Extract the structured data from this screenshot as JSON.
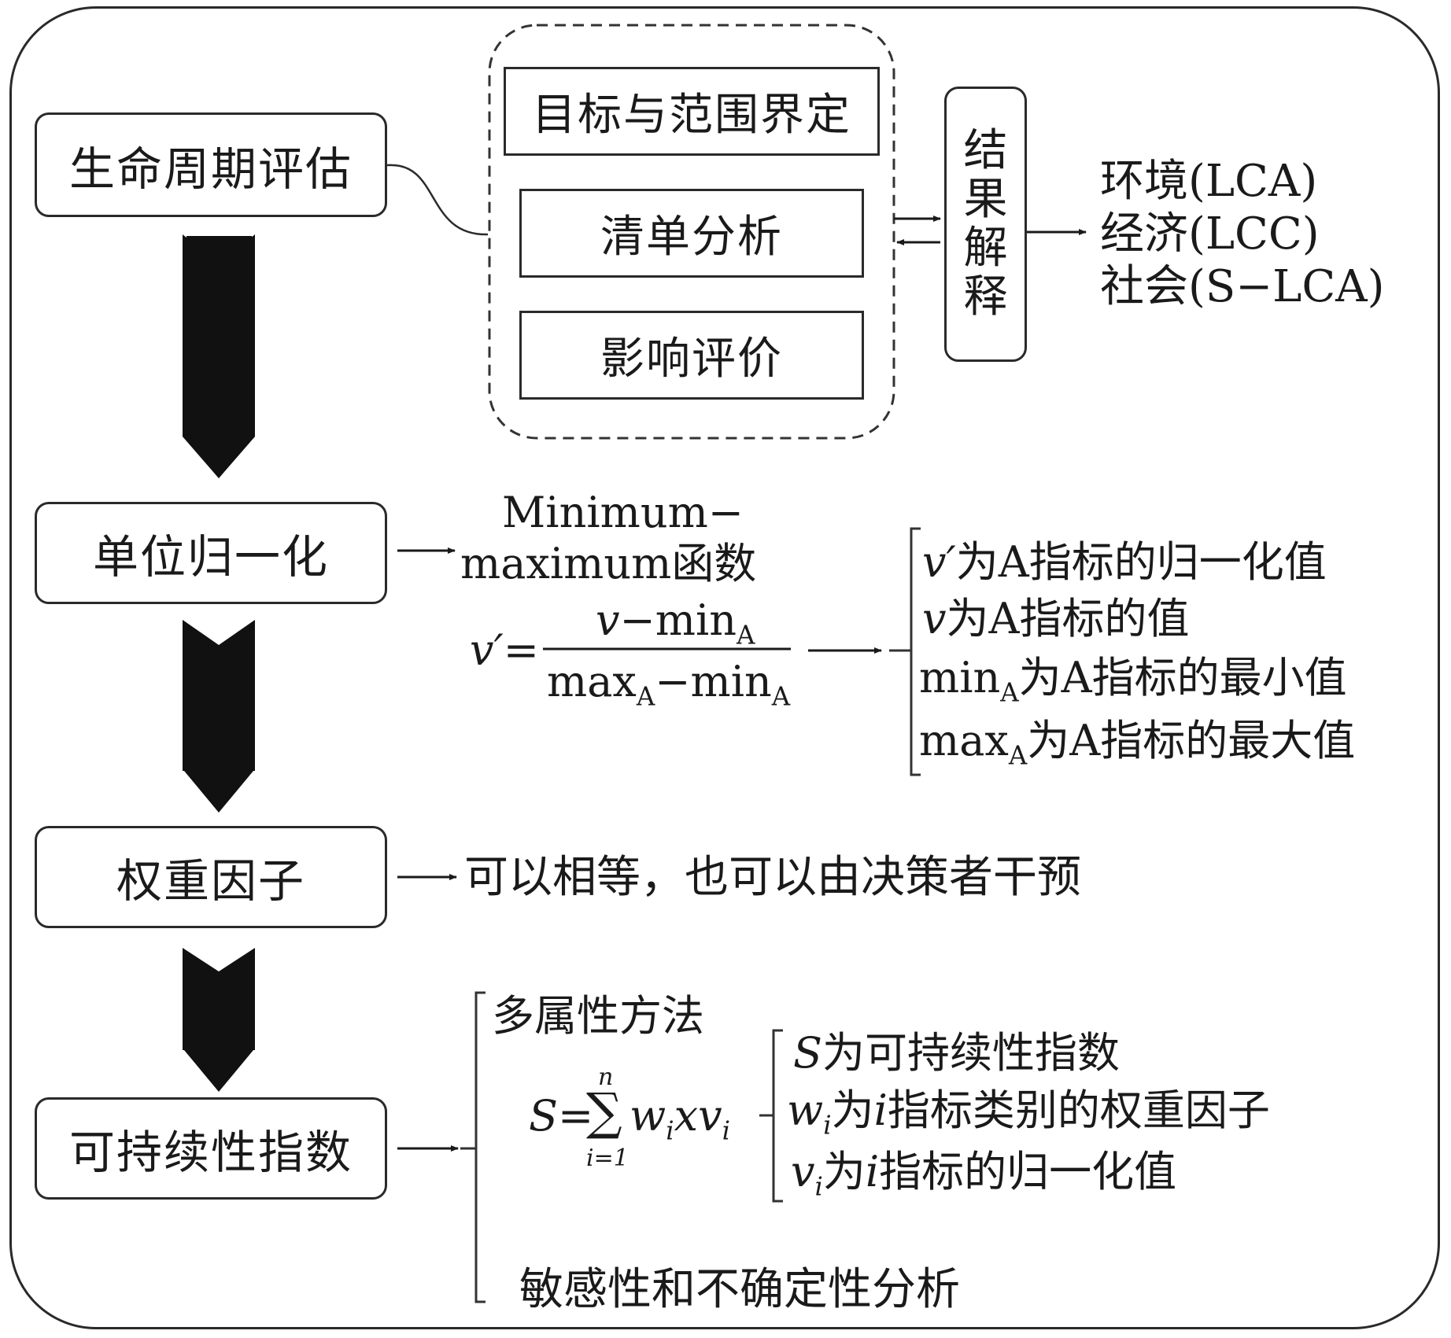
{
  "stages": {
    "s1": "生命周期评估",
    "s2": "单位归一化",
    "s3": "权重因子",
    "s4": "可持续性指数"
  },
  "lca_phases": {
    "goal_scope": "目标与范围界定",
    "inventory": "清单分析",
    "impact": "影响评价"
  },
  "interpretation": [
    "结",
    "果",
    "解",
    "释"
  ],
  "outputs": {
    "env": "环境(LCA)",
    "econ": "经济(LCC)",
    "social": "社会(S−LCA)"
  },
  "normalization": {
    "method_line1": "Minimum−",
    "method_line2": "maximum函数",
    "formula": {
      "lhs": "v′=",
      "num_v": "v",
      "num_op": "−min",
      "num_sub": "A",
      "den_max": "max",
      "den_sub1": "A",
      "den_op": "−min",
      "den_sub2": "A"
    },
    "defs": {
      "d1_var": "v′",
      "d1_text": "为A指标的归一化值",
      "d2_var": "v",
      "d2_text": "为A指标的值",
      "d3_var": "min",
      "d3_sub": "A",
      "d3_text": "为A指标的最小值",
      "d4_var": "max",
      "d4_sub": "A",
      "d4_text": "为A指标的最大值"
    }
  },
  "weighting": {
    "note": "可以相等，也可以由决策者干预"
  },
  "index": {
    "method": "多属性方法",
    "formula": {
      "lhs": "S=",
      "sigma": "∑",
      "upper": "n",
      "lower": "i=1",
      "w": "w",
      "w_sub": "i",
      "x": "x",
      "v": "v",
      "v_sub": "i"
    },
    "defs": {
      "d1_var": "S",
      "d1_text": "为可持续性指数",
      "d2_var": "w",
      "d2_sub": "i",
      "d2_mid": "为",
      "d2_i": "i",
      "d2_text": "指标类别的权重因子",
      "d3_var": "v",
      "d3_sub": "i",
      "d3_mid": "为",
      "d3_i": "i",
      "d3_text": "指标的归一化值"
    },
    "analysis": "敏感性和不确定性分析"
  }
}
